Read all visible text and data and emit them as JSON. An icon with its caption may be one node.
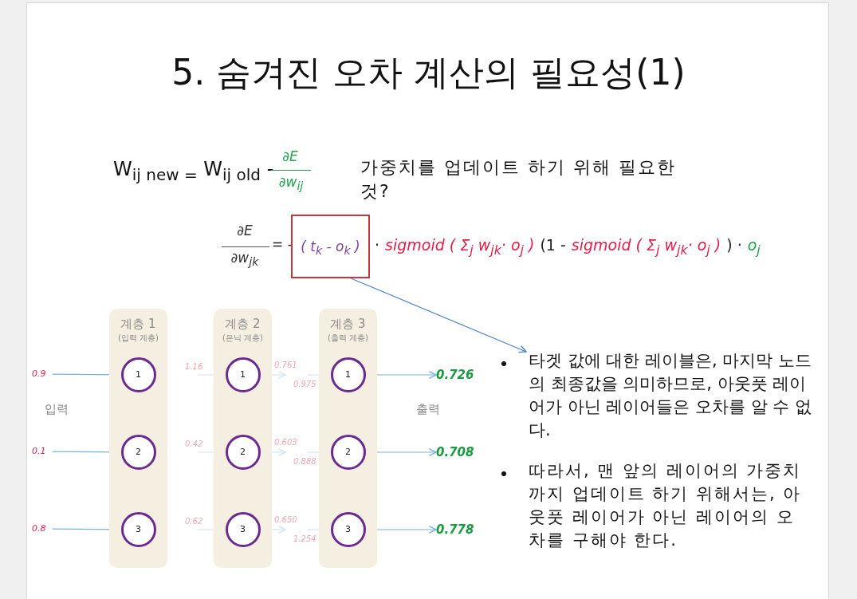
{
  "diagram": {
    "title": "5. 숨겨진 오차 계산의 필요성(1)",
    "nodes": [
      {
        "text": [
          "계층 1",
          "(입력 계층)"
        ]
      },
      {
        "text": [
          "계층 2",
          "(은닉 계층)"
        ]
      },
      {
        "text": [
          "계층 3",
          "(출력 계층)"
        ]
      },
      {
        "text": [
          "1"
        ],
        "in": 0
      },
      {
        "text": [
          "2"
        ],
        "in": 0
      },
      {
        "text": [
          "3"
        ],
        "in": 0
      },
      {
        "text": [
          "1"
        ],
        "in": 1
      },
      {
        "text": [
          "2"
        ],
        "in": 1
      },
      {
        "text": [
          "3"
        ],
        "in": 1
      },
      {
        "text": [
          "1"
        ],
        "in": 2
      },
      {
        "text": [
          "2"
        ],
        "in": 2
      },
      {
        "text": [
          "3"
        ],
        "in": 2
      },
      {
        "text": [
          "0.9"
        ]
      },
      {
        "text": [
          "0.1"
        ]
      },
      {
        "text": [
          "0.8"
        ]
      },
      {
        "text": [
          "0.726"
        ]
      },
      {
        "text": [
          "0.708"
        ]
      },
      {
        "text": [
          "0.778"
        ]
      },
      {
        "text": [
          "( t$_{k}$ - o$_{k}$ )"
        ]
      },
      {
        "text": [
          "타겟 값에 대한 레이블은, 마지막 노드의 최종값을 의미하므로, 아웃풋 레이어가 아닌 레이어들은 오차를 알 수 없다."
        ]
      }
    ],
    "edges": [
      {
        "from": 12,
        "to": 3,
        "arrow": "to"
      },
      {
        "from": 13,
        "to": 4,
        "arrow": "to"
      },
      {
        "from": 14,
        "to": 5,
        "arrow": "to"
      },
      {
        "from": null,
        "to": 6,
        "arrow": "to",
        "label": "1.16",
        "color": "#d4e4f0"
      },
      {
        "from": null,
        "to": 7,
        "arrow": "to",
        "label": "0.42",
        "color": "#d4e4f0"
      },
      {
        "from": null,
        "to": 8,
        "arrow": "to",
        "label": "0.62",
        "color": "#d4e4f0"
      },
      {
        "from": 6,
        "to": null,
        "arrow": "to",
        "label": "0.761",
        "color": "#d4e4f0"
      },
      {
        "from": 7,
        "to": null,
        "arrow": "to",
        "label": "0.603",
        "color": "#d4e4f0"
      },
      {
        "from": 8,
        "to": null,
        "arrow": "to",
        "label": "0.650",
        "color": "#d4e4f0"
      },
      {
        "from": null,
        "to": 9,
        "arrow": "to",
        "label": "0.975",
        "color": "#d4e4f0"
      },
      {
        "from": null,
        "to": 10,
        "arrow": "to",
        "label": "0.888",
        "color": "#d4e4f0"
      },
      {
        "from": null,
        "to": 11,
        "arrow": "to",
        "label": "1.254",
        "color": "#d4e4f0"
      },
      {
        "from": 9,
        "to": 15,
        "arrow": "to"
      },
      {
        "from": 10,
        "to": 16,
        "arrow": "to"
      },
      {
        "from": 11,
        "to": 17,
        "arrow": "to"
      },
      {
        "from": 18,
        "to": 19,
        "arrow": "to",
        "color": "#4a7fc8"
      }
    ],
    "labels": [
      "W$_{ij new =}$ W$_{ij old}$ -",
      "∂E",
      "∂w$_{ij}$",
      "가중치를 업데이트 하기 위해 필요한 것?",
      "∂E",
      "∂w$_{jk}$",
      "= -",
      "·",
      "sigmoid ( Σ$_{j}$ w$_{jk}$· o$_{j}$ )",
      "(1 -",
      "sigmoid ( Σ$_{j}$ w$_{jk}$· o$_{j}$ )",
      ") ·",
      "o$_{j}$",
      "입력",
      "출력",
      "따라서, 맨 앞의 레이어의 가중치까지 업데이트 하기 위해서는, 아웃풋 레이어가 아닌 레이어의 오차를 구해야 한다."
    ]
  }
}
